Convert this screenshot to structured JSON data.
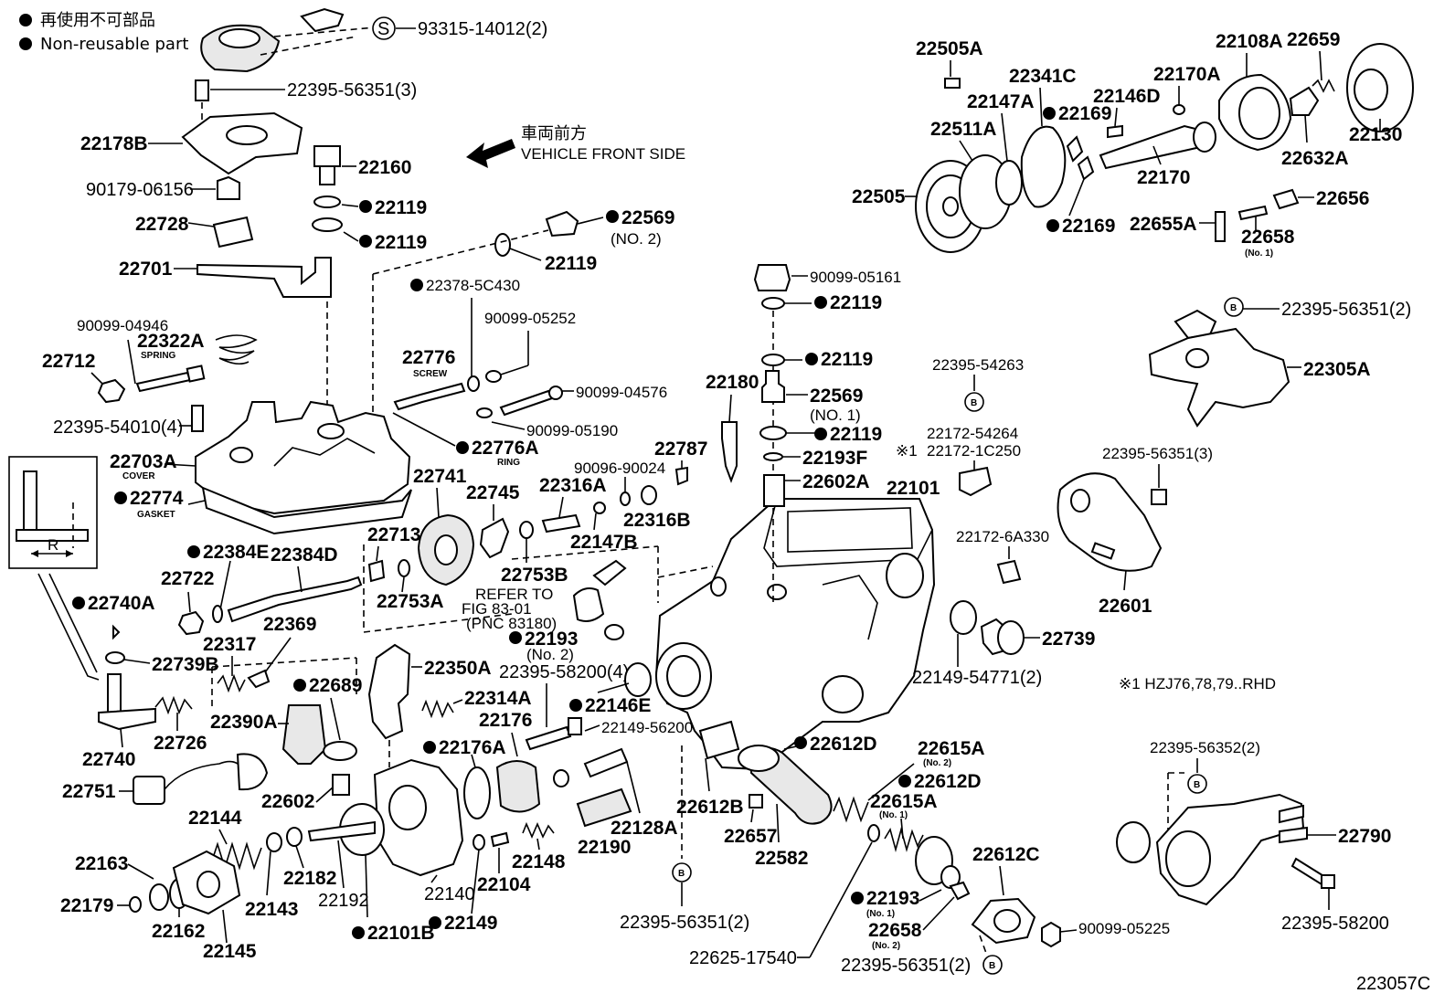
{
  "legend": {
    "line_ja": "再使用不可部品",
    "line_en": "Non-reusable part"
  },
  "vehicle_front": {
    "ja": "車両前方",
    "en": "VEHICLE FRONT SIDE"
  },
  "refer": {
    "line1": "REFER TO",
    "line2": "FIG 83-01",
    "line3": "(PNC 83180)"
  },
  "note": "※1 HZJ76,78,79..RHD",
  "figure_id": "223057C",
  "labels": {
    "l93315": "93315-14012(2)",
    "l22395_56351_3a": "22395-56351(3)",
    "l22178B": "22178B",
    "l90179": "90179-06156",
    "l22728": "22728",
    "l22701": "22701",
    "l22160": "22160",
    "l22119a": "22119",
    "l22119b": "22119",
    "l22569_2": "22569",
    "no2a": "(NO. 2)",
    "l22119c": "22119",
    "l22378": "22378-5C430",
    "l90099_05252": "90099-05252",
    "l90099_04946": "90099-04946",
    "l22322A": "22322A",
    "spring": "SPRING",
    "l22712": "22712",
    "l22776": "22776",
    "screw": "SCREW",
    "l90099_04576": "90099-04576",
    "l22395_54010": "22395-54010(4)",
    "l90099_05190": "90099-05190",
    "l22703A": "22703A",
    "cover": "COVER",
    "l22776A": "22776A",
    "ring": "RING",
    "l22774": "22774",
    "gasket": "GASKET",
    "l22741": "22741",
    "l22745": "22745",
    "l22316A": "22316A",
    "l90096": "90096-90024",
    "l22787": "22787",
    "l22316B": "22316B",
    "l22147B": "22147B",
    "l22384E": "22384E",
    "l22384D": "22384D",
    "l22713": "22713",
    "l22753B": "22753B",
    "l22722": "22722",
    "l22753A": "22753A",
    "l22740A": "22740A",
    "l22317": "22317",
    "l22369": "22369",
    "l22739B": "22739B",
    "l22193": "22193",
    "no2b": "(No. 2)",
    "l22350A": "22350A",
    "l22395_58200_4": "22395-58200(4)",
    "l22689": "22689",
    "l22314A": "22314A",
    "l22176": "22176",
    "l22146E": "22146E",
    "l22390A": "22390A",
    "l22740": "22740",
    "l22726": "22726",
    "l22751": "22751",
    "l22602": "22602",
    "l22176A": "22176A",
    "l22149_56200": "22149-56200",
    "l22128A": "22128A",
    "l22190": "22190",
    "l22144": "22144",
    "l22163": "22163",
    "l22179": "22179",
    "l22162": "22162",
    "l22145": "22145",
    "l22143": "22143",
    "l22182": "22182",
    "l22192": "22192",
    "l22140": "22140",
    "l22101B": "22101B",
    "l22149": "22149",
    "l22104": "22104",
    "l22148": "22148",
    "l22180": "22180",
    "l22119d": "22119",
    "l22569_1": "22569",
    "no1a": "(NO. 1)",
    "l22119e": "22119",
    "l22193F": "22193F",
    "l22602A": "22602A",
    "l90099_05161": "90099-05161",
    "l22119f": "22119",
    "l22101": "22101",
    "l22612D": "22612D",
    "l22612B": "22612B",
    "l22657": "22657",
    "l22582": "22582",
    "l22395_56351_2a": "22395-56351(2)",
    "l22625": "22625-17540",
    "l22615A_2": "22615A",
    "no2c": "(No. 2)",
    "l22612D_b": "22612D",
    "l22615A_1": "22615A",
    "no1b": "(No. 1)",
    "l22193_1": "22193",
    "no1c": "(No. 1)",
    "l22658_2": "22658",
    "no2d": "(No. 2)",
    "l22395_56351_2b": "22395-56351(2)",
    "l22612C": "22612C",
    "l90099_05225": "90099-05225",
    "l22395_54263": "22395-54263",
    "l22172_54264": "22172-54264",
    "l22172_1C250": "22172-1C250",
    "x1": "※1",
    "l22172_6A330": "22172-6A330",
    "l22149_54771": "22149-54771(2)",
    "l22739": "22739",
    "l22601": "22601",
    "l22395_56351_3b": "22395-56351(3)",
    "l22395_56351_2c": "22395-56351(2)",
    "l22305A": "22305A",
    "l22505A": "22505A",
    "l22341C": "22341C",
    "l22147A": "22147A",
    "l22511A": "22511A",
    "l22505": "22505",
    "l22169a": "22169",
    "l22169b": "22169",
    "l22146D": "22146D",
    "l22170A": "22170A",
    "l22108A": "22108A",
    "l22659": "22659",
    "l22130": "22130",
    "l22632A": "22632A",
    "l22170": "22170",
    "l22656": "22656",
    "l22655A": "22655A",
    "l22658_1": "22658",
    "no1d": "(No. 1)",
    "l22395_56352": "22395-56352(2)",
    "l22790": "22790",
    "l22395_58200": "22395-58200",
    "s": "S",
    "b": "B",
    "r": "R"
  }
}
